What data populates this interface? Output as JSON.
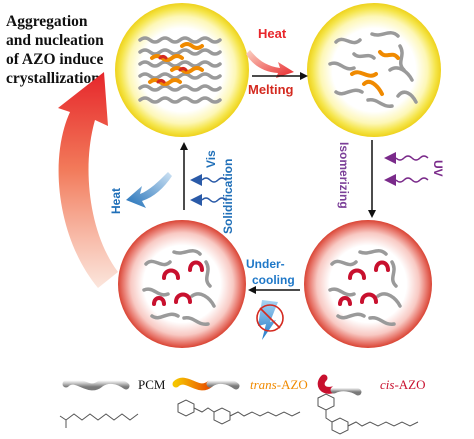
{
  "caption": {
    "line1": "Aggregation",
    "line2": "and nucleation",
    "line3": "of AZO induce",
    "line4": "crystallization"
  },
  "process": {
    "heat_in": "Heat",
    "melting": "Melting",
    "isomerizing": "Isomerizing",
    "uv": "UV",
    "undercooling_line1": "Under-",
    "undercooling_line2": "cooling",
    "solidification": "Solidification",
    "vis": "Vis",
    "heat_out": "Heat"
  },
  "legend": {
    "pcm": "PCM",
    "trans_prefix": "trans",
    "trans_suffix": "-AZO",
    "cis_prefix": "cis",
    "cis_suffix": "-AZO"
  },
  "colors": {
    "red_heat": "#e8262b",
    "melting_red": "#d42a20",
    "blue": "#1f6fb8",
    "purple": "#7b3f98",
    "uv_purple": "#7a2a8a",
    "vis_blue": "#2a5aa8",
    "trans_orange": "#f08a00",
    "cis_red": "#c8102e",
    "yellow_glow": "#f7e84a",
    "red_glow": "#e3645a",
    "text_black": "#111111"
  }
}
